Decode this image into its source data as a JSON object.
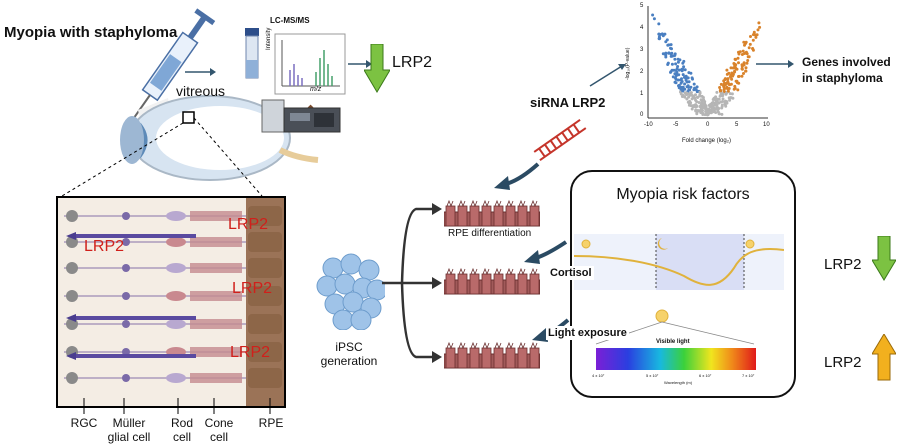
{
  "title": "Myopia with staphyloma",
  "vitreous_label": "vitreous",
  "lcms_label": "LC-MS/MS",
  "ms_plot": {
    "ylabel": "Intensity",
    "xlabel": "m/z"
  },
  "lrp2_main": "LRP2",
  "volcano": {
    "ylabel": "-log₁₀(P-value)",
    "xlabel": "Fold change (log₂)",
    "yticks": [
      "0",
      "1",
      "2",
      "3",
      "4",
      "5"
    ],
    "xticks": [
      "-10",
      "-5",
      "0",
      "5",
      "10"
    ]
  },
  "genes_label": "Genes involved in staphyloma",
  "sirna_label": "siRNA LRP2",
  "retina": {
    "lrp2_labels": [
      "LRP2",
      "LRP2",
      "LRP2",
      "LRP2"
    ],
    "cell_labels": [
      "RGC",
      "Müller glial cell",
      "Rod cell",
      "Cone cell",
      "RPE"
    ]
  },
  "ipsc_label": "iPSC generation",
  "rpe_diff_label": "RPE differentiation",
  "risk_box": {
    "title": "Myopia risk factors",
    "cortisol": "Cortisol",
    "light": "Light exposure",
    "visible_light": "Visible light",
    "spectrum_ticks": [
      "4 x 10⁷",
      "5 x 10⁷",
      "6 x 10⁷",
      "7 x 10⁷"
    ],
    "spectrum_xlabel": "Wavelength (m)"
  },
  "right_labels": {
    "down": "LRP2",
    "up": "LRP2"
  },
  "colors": {
    "down_arrow": "#7cc242",
    "up_arrow": "#f2b01e",
    "lrp2_text": "#d0201b",
    "volcano_down": "#4a7fc1",
    "volcano_up": "#d9832b",
    "volcano_ns": "#b5b5b5"
  }
}
